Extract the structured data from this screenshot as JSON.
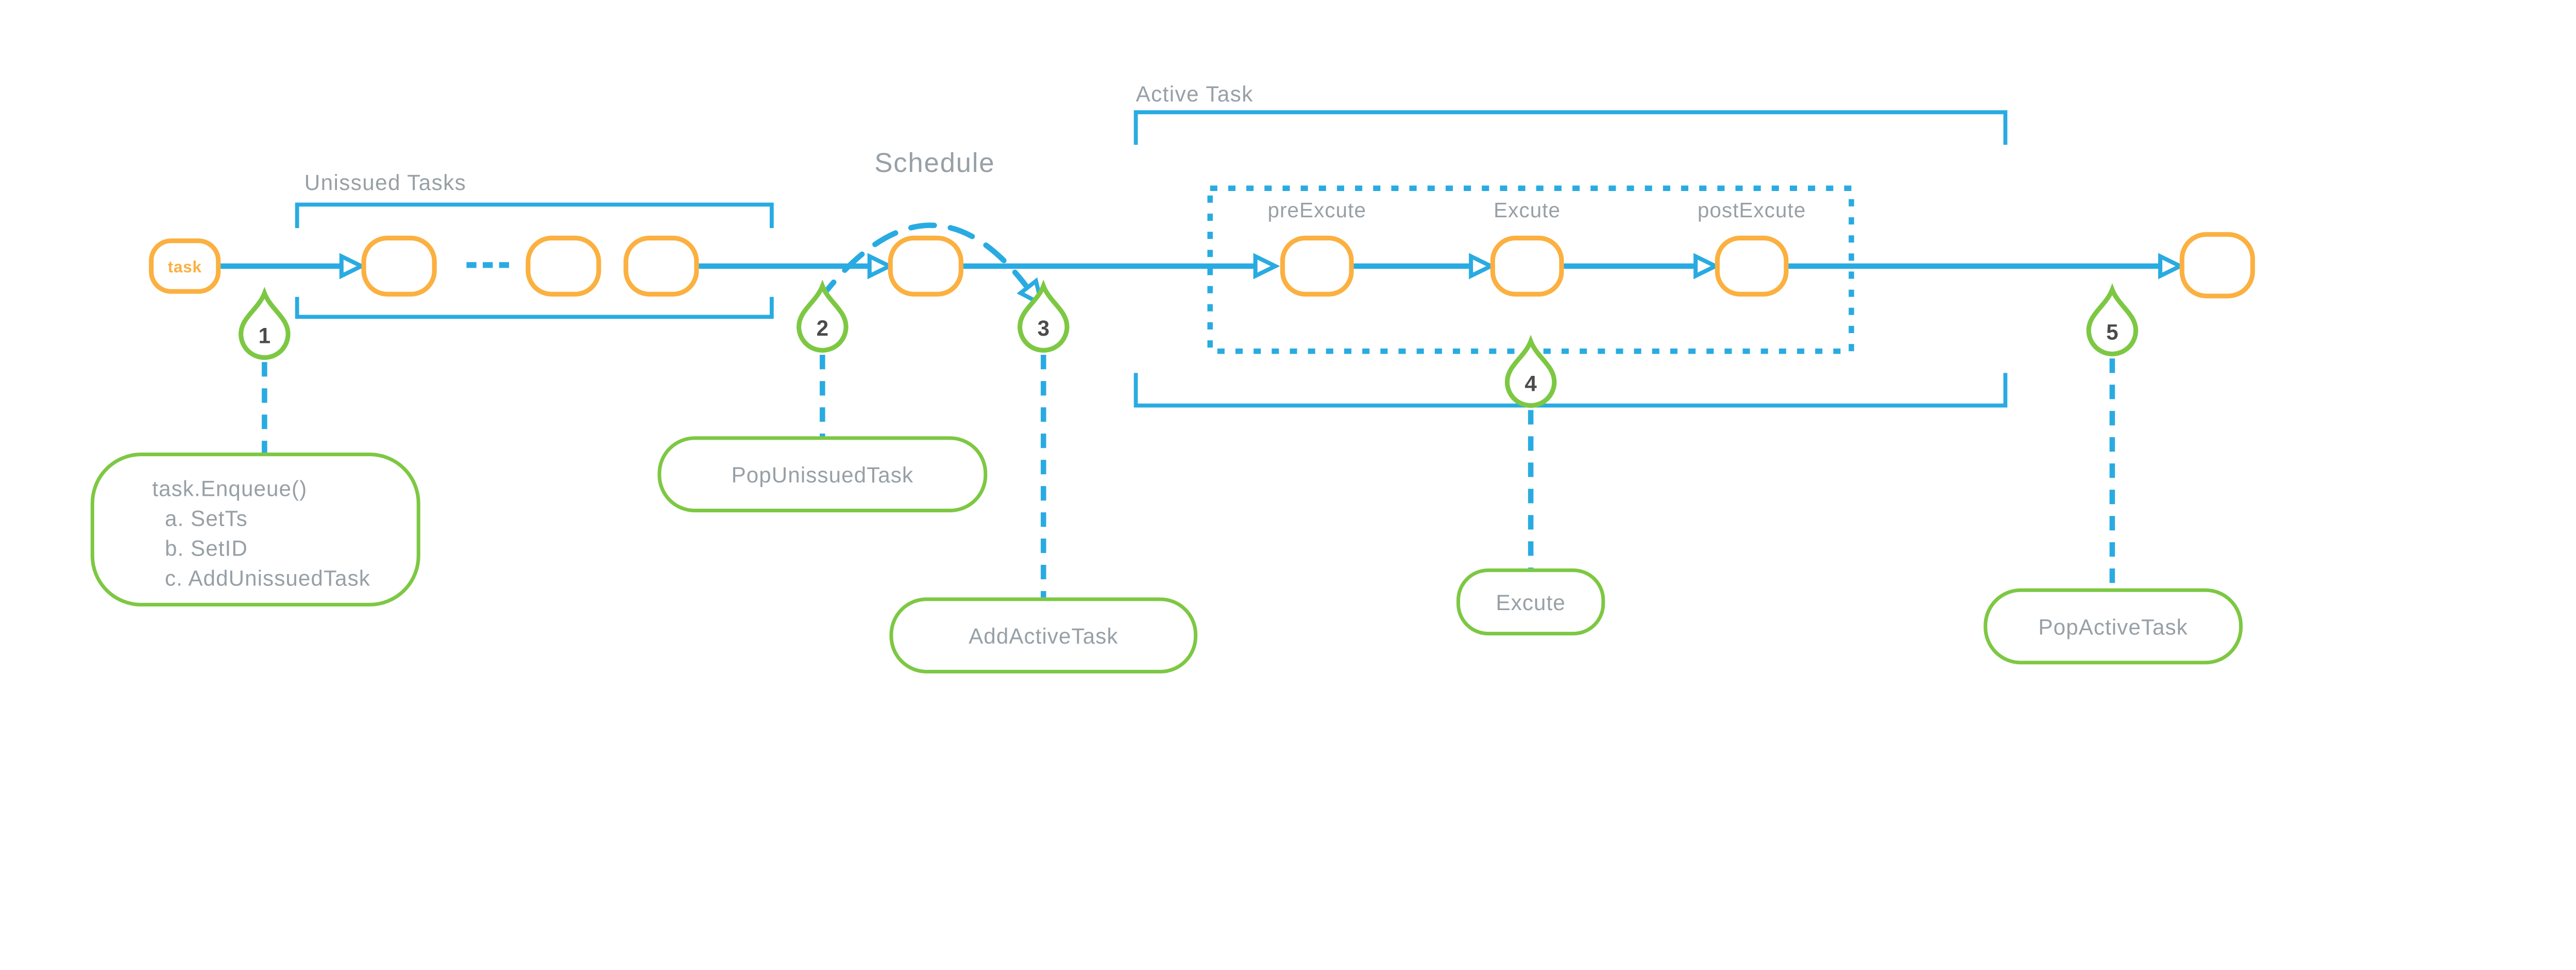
{
  "colors": {
    "flow_blue": "#29ABE2",
    "node_orange": "#FBB040",
    "annotation_green": "#7DC843",
    "label_gray": "#97A0A6",
    "number_dark": "#4B4B4B"
  },
  "flow": {
    "task_node_label": "task",
    "unissued_group_label": "Unissued Tasks",
    "schedule_label": "Schedule",
    "active_group_label": "Active Task",
    "active_stages": [
      {
        "label": "preExcute"
      },
      {
        "label": "Excute"
      },
      {
        "label": "postExcute"
      }
    ]
  },
  "annotations": [
    {
      "number": "1",
      "lines": [
        "task.Enqueue()",
        "a. SetTs",
        "b. SetID",
        "c. AddUnissuedTask"
      ]
    },
    {
      "number": "2",
      "lines": [
        "PopUnissuedTask"
      ]
    },
    {
      "number": "3",
      "lines": [
        "AddActiveTask"
      ]
    },
    {
      "number": "4",
      "lines": [
        "Excute"
      ]
    },
    {
      "number": "5",
      "lines": [
        "PopActiveTask"
      ]
    }
  ]
}
